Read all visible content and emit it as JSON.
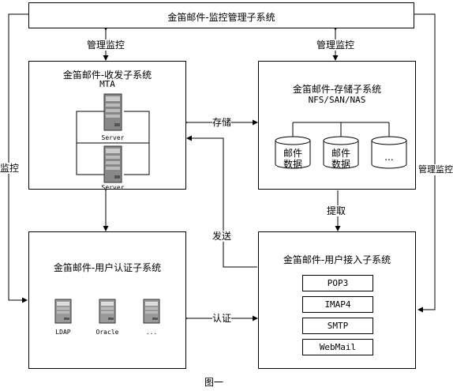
{
  "monitor": {
    "title": "金笛邮件-监控管理子系统"
  },
  "transceiver": {
    "title": "金笛邮件-收发子系统",
    "mta": "MTA",
    "server1": "Server",
    "server2": "Server"
  },
  "storage": {
    "title": "金笛邮件-存储子系统",
    "subtitle": "NFS/SAN/NAS",
    "db1_line1": "邮件",
    "db1_line2": "数据",
    "db2_line1": "邮件",
    "db2_line2": "数据",
    "db3": "..."
  },
  "auth": {
    "title": "金笛邮件-用户认证子系统",
    "ldap": "LDAP",
    "oracle": "Oracle",
    "other": "..."
  },
  "access": {
    "title": "金笛邮件-用户接入子系统",
    "protocols": [
      "POP3",
      "IMAP4",
      "SMTP",
      "WebMail"
    ]
  },
  "labels": {
    "manage_left": "管理监控",
    "manage_right": "管理监控",
    "storage_link": "存储",
    "fetch": "提取",
    "send": "发送",
    "auth_link": "认证",
    "monitor_left": "监控",
    "manage_side": "管理监控"
  },
  "caption": "图一"
}
